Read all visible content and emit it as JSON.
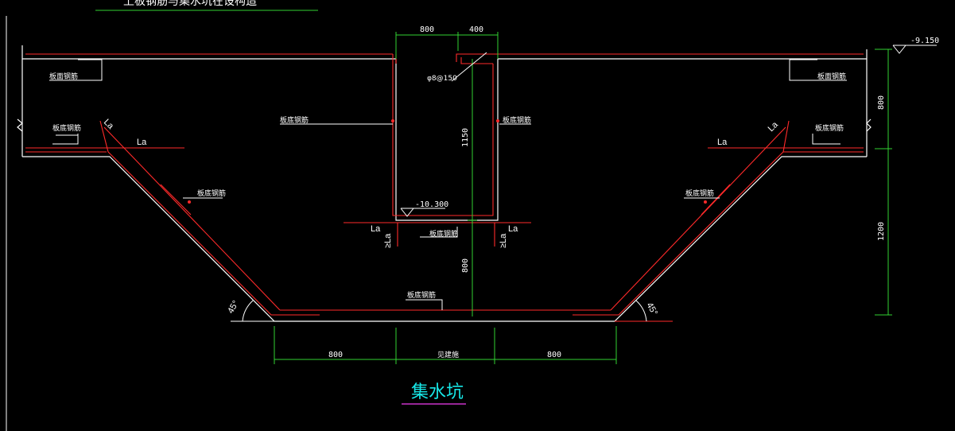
{
  "colors": {
    "background": "#000000",
    "concrete": "#ffffff",
    "rebar": "#ff2a2a",
    "dimension": "#32d232",
    "title": "#17e7e7",
    "underline": "#c832c8"
  },
  "drawing": {
    "top_title": "上板钢筋与集水坑在设构造",
    "title": "集水坑",
    "elevations": {
      "top": "-9.150",
      "pit_bottom": "-10.300"
    },
    "dimensions": {
      "top_left": "800",
      "top_right": "400",
      "pit_depth": "1150",
      "mid_depth": "800",
      "right_upper": "800",
      "right_lower": "1200",
      "bottom_left": "800",
      "bottom_mid": "见建施",
      "bottom_right": "800"
    },
    "labels": {
      "top_left_rebar": "板面钢筋",
      "top_right_rebar": "板面钢筋",
      "left_lower_rebar": "板底钢筋",
      "right_lower_rebar": "板底钢筋",
      "left_slope_rebar": "板底钢筋",
      "right_slope_rebar": "板底钢筋",
      "pit_wall_left": "板底钢筋",
      "pit_wall_right": "板底钢筋",
      "pit_stirrup": "φ8@150",
      "pit_bottom_rebar": "板底钢筋",
      "bottom_rebar": "板底钢筋",
      "anchor": "La",
      "anchor_ge": "≥La",
      "angle": "45°"
    }
  }
}
